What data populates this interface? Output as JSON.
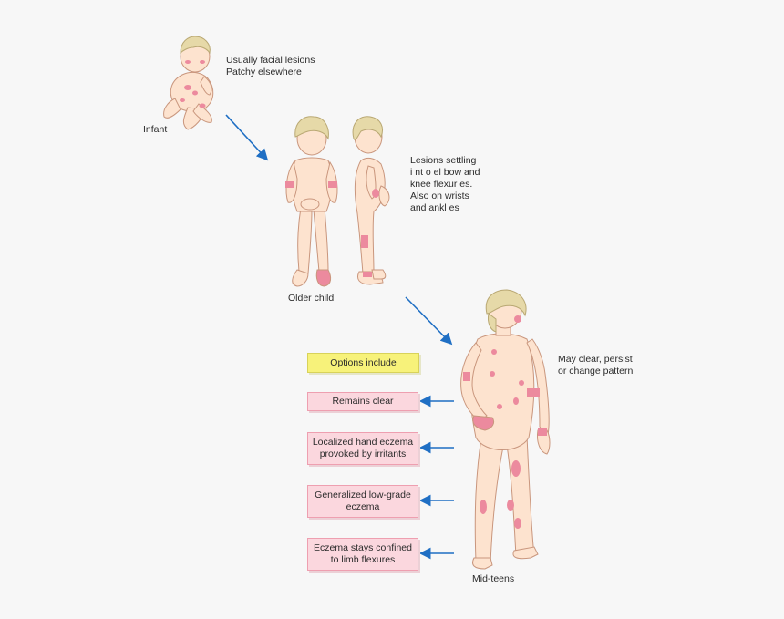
{
  "stages": {
    "infant": {
      "name": "Infant",
      "notes": [
        "Usually facial lesions",
        "Patchy elsewhere"
      ]
    },
    "older_child": {
      "name": "Older child",
      "notes": [
        "Lesions settling",
        "i nt o el bow  and",
        "knee  flexur es.",
        "Also on wrists",
        "and  ankl es"
      ]
    },
    "mid_teens": {
      "name": "Mid-teens",
      "notes": [
        "May clear, persist",
        "or change pattern"
      ]
    }
  },
  "options": {
    "header": "Options include",
    "items": [
      {
        "lines": [
          "Remains clear"
        ]
      },
      {
        "lines": [
          "Localized hand eczema",
          "provoked by irritants"
        ]
      },
      {
        "lines": [
          "Generalized low-grade",
          "eczema"
        ]
      },
      {
        "lines": [
          "Eczema stays confined",
          "to limb flexures"
        ]
      }
    ]
  },
  "colors": {
    "skin": "#fde3cf",
    "outline": "#c9967d",
    "hair": "#e6d9a8",
    "lesion": "#ec8a9e",
    "arrow": "#1f6fc4",
    "option_box": "#fbd7de",
    "header_box": "#f7f27a"
  },
  "icons": {
    "infant_figure": "infant-figure-icon",
    "child_figure": "child-figure-icon",
    "teen_figure": "teen-figure-icon",
    "arrow": "arrow-icon"
  }
}
